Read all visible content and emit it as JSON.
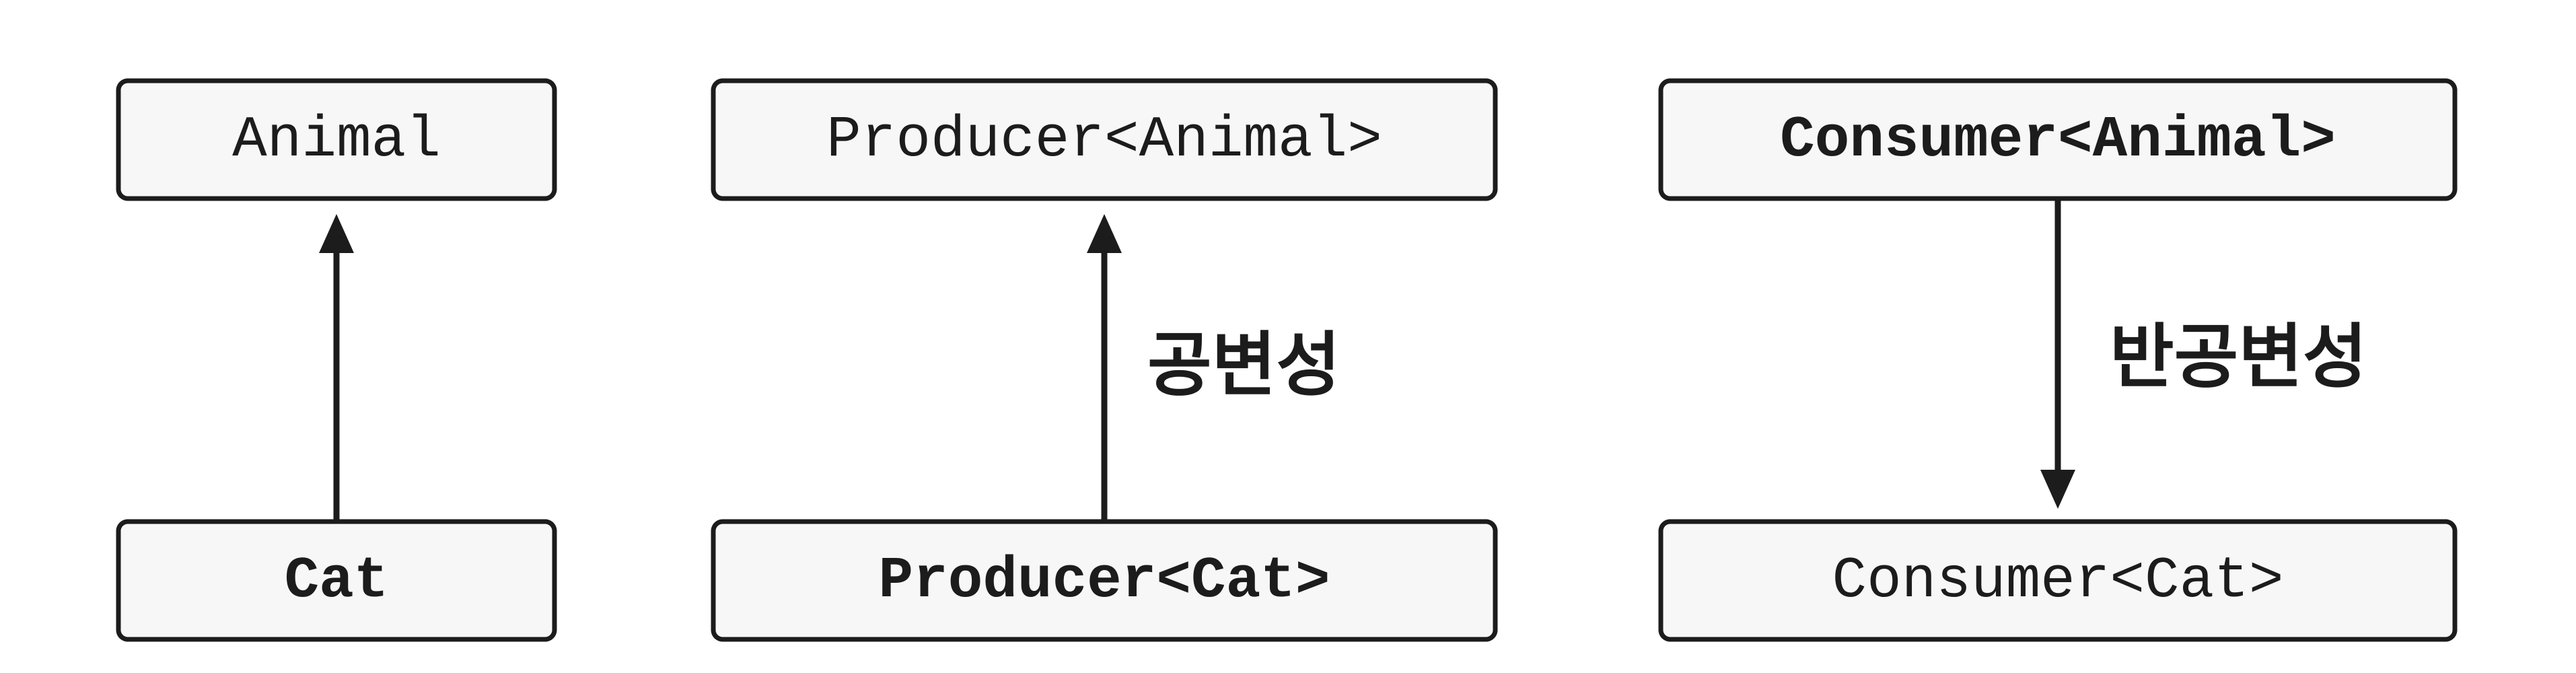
{
  "diagram": {
    "columns": [
      {
        "top": {
          "label": "Animal",
          "bold": false
        },
        "bottom": {
          "label": "Cat",
          "bold": true
        },
        "edge": {
          "direction": "up",
          "label": ""
        }
      },
      {
        "top": {
          "label": "Producer<Animal>",
          "bold": false
        },
        "bottom": {
          "label": "Producer<Cat>",
          "bold": true
        },
        "edge": {
          "direction": "up",
          "label": "공변성"
        }
      },
      {
        "top": {
          "label": "Consumer<Animal>",
          "bold": true
        },
        "bottom": {
          "label": "Consumer<Cat>",
          "bold": false
        },
        "edge": {
          "direction": "down",
          "label": "반공변성"
        }
      }
    ]
  },
  "colors": {
    "ink": "#1c1c1c",
    "box_fill": "#f7f7f7",
    "background": "#ffffff"
  }
}
